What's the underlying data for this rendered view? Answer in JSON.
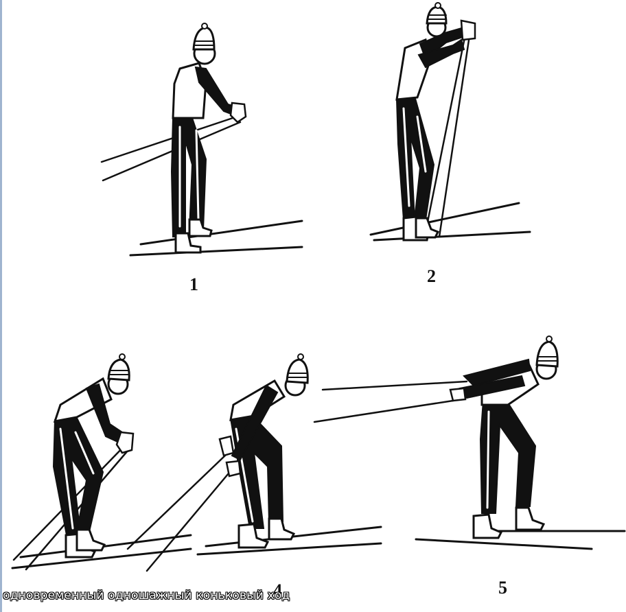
{
  "figure": {
    "labels": [
      "1",
      "2",
      "4",
      "5"
    ],
    "caption": "одновременный одношажный коньковый ход"
  }
}
